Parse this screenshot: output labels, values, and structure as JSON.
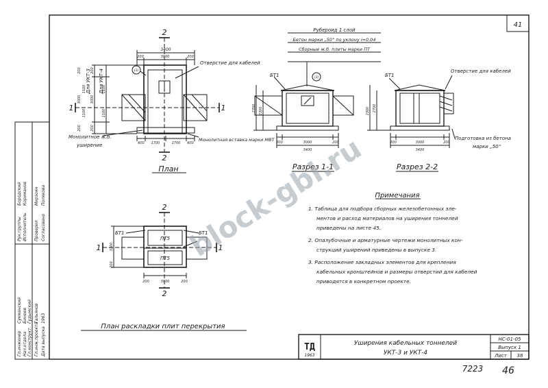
{
  "sheet_corner_number": "41",
  "plan": {
    "section_mark_top": "2",
    "section_mark_bottom": "2",
    "side_mark_left": "1",
    "side_mark_right": "1",
    "label_ukt3": "Для УКТ-3",
    "label_ukt4": "Для УКТ-4",
    "dim_overall": "3400",
    "dim_top": [
      "200",
      "3000",
      "200"
    ],
    "dim_bottom": [
      "600",
      "1700",
      "1700",
      "600"
    ],
    "dim_left": [
      "200",
      "3000",
      "1100",
      "1100",
      "200"
    ],
    "dim_right": [
      "200",
      "3000",
      "1100",
      "1100",
      "200"
    ],
    "callout_cable_hole": "Отверстие для кабелей",
    "callout_monolithic": "Монолитное ж.б.",
    "callout_widening": "уширение",
    "callout_insert": "Монолитная вставка марки МВТ",
    "mark_circle": "(3)",
    "caption": "План"
  },
  "section11": {
    "layers": [
      "Рубероид 1 слой",
      "Бетон марки „50“ по уклону i=0.04",
      "Сборные ж.б. плиты марки ПТ"
    ],
    "label_bt1": "БТ1",
    "mark_circle": "(3)",
    "dims_left": [
      "2700",
      "2300"
    ],
    "dims_bottom": [
      "200",
      "3000",
      "200"
    ],
    "dim_total": "3400",
    "caption": "Разрез 1-1"
  },
  "section22": {
    "label_bt1": "БТ1",
    "callout_hole": "Отверстие для кабелей",
    "callout_prep": "Подготовка из бетона",
    "callout_prep2": "марки „50“",
    "dims_left": [
      "2300",
      "2700"
    ],
    "dims_bottom": [
      "200",
      "3000",
      "200"
    ],
    "dim_total": "3400",
    "caption": "Разрез 2-2"
  },
  "slab_plan": {
    "section_mark_top": "2",
    "section_mark_bottom": "2",
    "side_mark_left": "1",
    "side_mark_right": "1",
    "label_bt1_left": "БТ1",
    "label_bt1_right": "БТ1",
    "slab_top": "ПТ5",
    "slab_bottom": "ПТ5",
    "dims_left": [
      "3200",
      "200"
    ],
    "dims_bottom": [
      "200",
      "3000",
      "200"
    ],
    "caption": "План раскладки плит перекрытия"
  },
  "notes": {
    "heading": "Примечания",
    "items": [
      "1. Таблица для подбора сборных железобетонных эле-",
      "ментов и расход материалов на уширения тоннелей",
      "приведены на листе 45.",
      "2. Опалубочные и арматурные чертежи монолитных кон-",
      "струкций уширений приведены в выпуске 3.",
      "3. Расположение закладных элементов для крепления",
      "кабельных кронштейнов и размеры отверстий для кабелей",
      "приводятся в конкретном проекте."
    ]
  },
  "title_block": {
    "logo": "ТД",
    "year": "1963",
    "title_line1": "Уширения кабельных тоннелей",
    "title_line2": "УКТ-3 и УКТ-4",
    "code": "НС-01-05",
    "issue": "Выпуск 1",
    "sheet_label": "Лист",
    "sheet_number": "38",
    "bottom_number": "7223",
    "bottom_number2": "46"
  },
  "side_stamp": {
    "rows": [
      [
        "Гл.инженер",
        "Сукманский"
      ],
      [
        "Нач.отдела",
        "Бинеев"
      ],
      [
        "Гл.конструкт.",
        "Гудымский"
      ],
      [
        "Гл.инж.проекта",
        "Тальянов"
      ],
      [
        "Дата выпуска",
        "1963"
      ],
      [
        "Рук.группы",
        "Бородский"
      ],
      [
        "Исполнитель",
        "Кориманов"
      ],
      [
        "Проверил",
        "Мирзоян"
      ],
      [
        "Согласовано",
        "Полякова"
      ]
    ]
  },
  "watermark": "block-gbi.ru"
}
